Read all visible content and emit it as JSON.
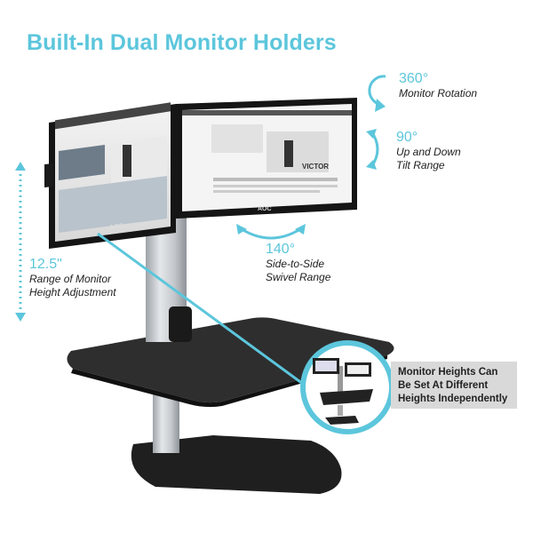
{
  "title": "Built-In Dual Monitor Holders",
  "rotation": {
    "value": "360°",
    "label": "Monitor Rotation"
  },
  "tilt": {
    "value": "90°",
    "label_line1": "Up and Down",
    "label_line2": "Tilt Range"
  },
  "swivel": {
    "value": "140°",
    "label_line1": "Side-to-Side",
    "label_line2": "Swivel Range"
  },
  "height": {
    "value": "12.5\"",
    "label_line1": "Range of Monitor",
    "label_line2": "Height Adjustment"
  },
  "info": {
    "line1": "Monitor Heights Can",
    "line2": "Be Set At Different",
    "line3": "Heights Independently"
  },
  "screen": {
    "brand": "VICTOR",
    "monitor_brand": "AOC"
  },
  "colors": {
    "accent": "#5cc6dc",
    "desk": "#2b2b2b",
    "silver": "#c8ccd0"
  }
}
